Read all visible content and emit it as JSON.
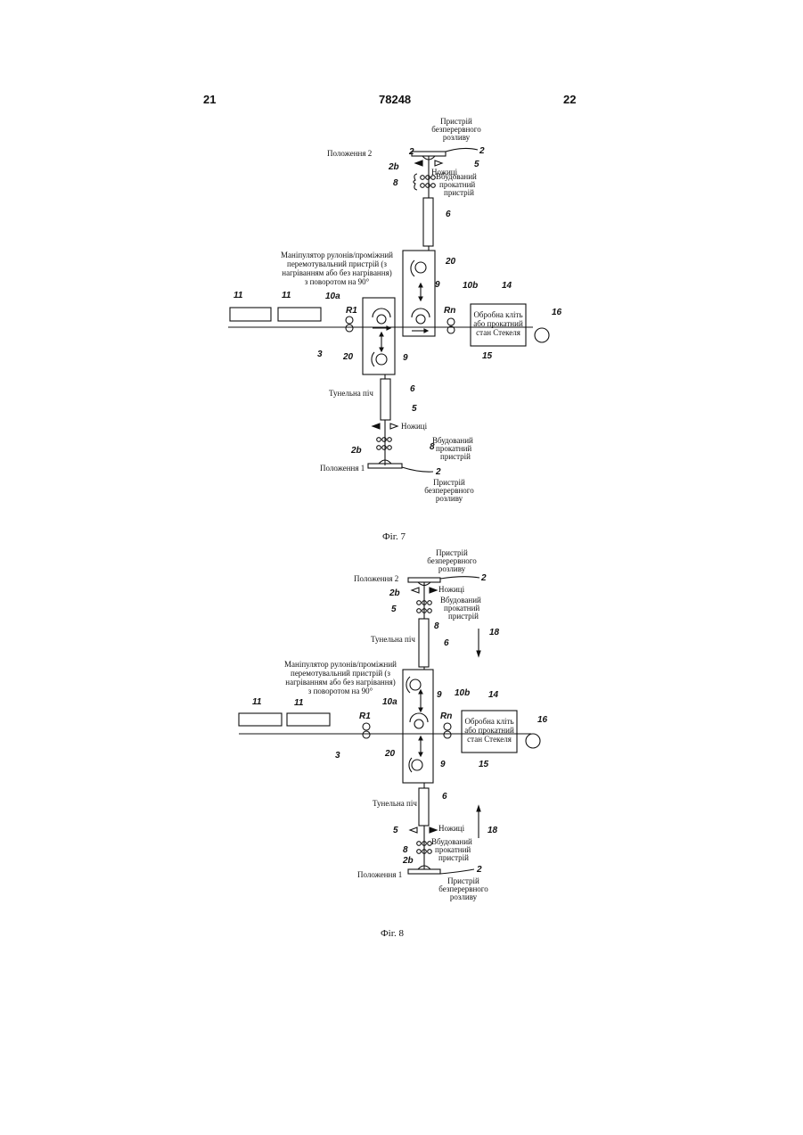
{
  "header": {
    "page_left": "21",
    "patent_number": "78248",
    "page_right": "22"
  },
  "fig7": {
    "caption": "Фіг. 7",
    "casting_top": [
      "Пристрій",
      "безперервного",
      "розливу"
    ],
    "position2": "Положення 2",
    "shears_top": "Ножиці",
    "rolling_top": [
      "Вбудований",
      "прокатний",
      "пристрій"
    ],
    "manipulator": [
      "Маніпулятор рулонів/проміжний",
      "перемотувальний пристрій (з",
      "нагріванням або без нагрівання)",
      "з поворотом на 90°"
    ],
    "finishing": [
      "Обробна кліть",
      "або прокатний",
      "стан Стекеля"
    ],
    "tunnel_furnace": "Тунельна піч",
    "shears_bottom": "Ножиці",
    "rolling_bottom": [
      "Вбудований",
      "прокатний",
      "пристрій"
    ],
    "position1": "Положення 1",
    "casting_bottom": [
      "Пристрій",
      "безперервного",
      "розливу"
    ],
    "refs": {
      "r2a": "2",
      "r2b": "2",
      "r2b_label": "2b",
      "r5": "5",
      "r8": "8",
      "r6": "6",
      "r20": "20",
      "r9": "9",
      "r11a": "11",
      "r11b": "11",
      "r10a": "10a",
      "rR1": "R1",
      "rRn": "Rn",
      "r10b": "10b",
      "r14": "14",
      "r16": "16",
      "r3": "3",
      "r15": "15",
      "r20b": "20",
      "r9b": "9",
      "r6b": "6",
      "r5b": "5",
      "r8b": "8",
      "r2bb": "2b",
      "r2c": "2"
    }
  },
  "fig8": {
    "caption": "Фіг. 8",
    "casting_top": [
      "Пристрій",
      "безперервного",
      "розливу"
    ],
    "position2": "Положення 2",
    "shears_top": "Ножиці",
    "rolling_top": [
      "Вбудований",
      "прокатний",
      "пристрій"
    ],
    "tunnel_top": "Тунельна піч",
    "manipulator": [
      "Маніпулятор рулонів/проміжний",
      "перемотувальний пристрій (з",
      "нагріванням або без нагрівання)",
      "з поворотом на 90°"
    ],
    "finishing": [
      "Обробна кліть",
      "або прокатний",
      "стан Стекеля"
    ],
    "tunnel_bottom": "Тунельна піч",
    "shears_bottom": "Ножиці",
    "rolling_bottom": [
      "Вбудований",
      "прокатний",
      "пристрій"
    ],
    "position1": "Положення 1",
    "casting_bottom": [
      "Пристрій",
      "безперервного",
      "розливу"
    ],
    "refs": {
      "r2a": "2",
      "r2b": "2b",
      "r5": "5",
      "r8": "8",
      "r6": "6",
      "r18a": "18",
      "r9": "9",
      "r10b": "10b",
      "r14": "14",
      "r11a": "11",
      "r11b": "11",
      "rR1": "R1",
      "r10a": "10a",
      "rRn": "Rn",
      "r16": "16",
      "r3": "3",
      "r20": "20",
      "r9b": "9",
      "r15": "15",
      "r6b": "6",
      "r18b": "18",
      "r5b": "5",
      "r8b": "8",
      "r2bb": "2b",
      "r2c": "2"
    }
  }
}
